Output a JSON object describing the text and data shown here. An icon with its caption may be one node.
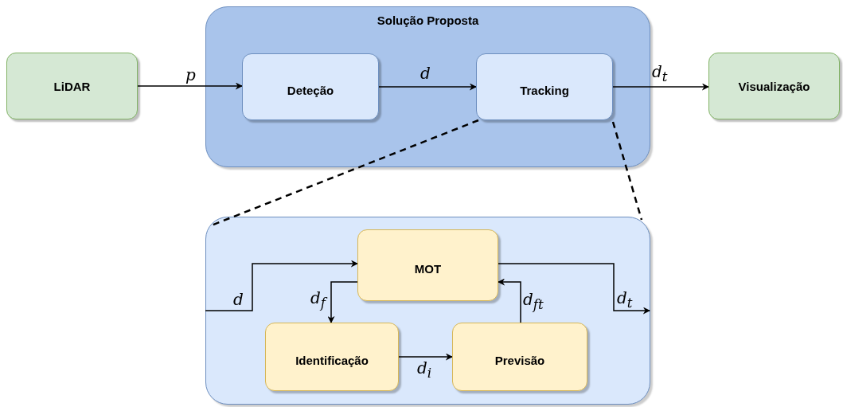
{
  "diagram": {
    "nodes": [
      {
        "text": [
          "LiDAR"
        ]
      },
      {
        "text": [
          "Solução Proposta"
        ]
      },
      {
        "text": [
          "Deteção"
        ],
        "in": 1
      },
      {
        "text": [
          "Tracking"
        ],
        "in": 1
      },
      {
        "text": [
          "Visualização"
        ]
      },
      {
        "text": [],
        "shape": "box"
      },
      {
        "text": [
          "MOT"
        ],
        "in": 5
      },
      {
        "text": [
          "Identificação"
        ],
        "in": 5
      },
      {
        "text": [
          "Previsão"
        ],
        "in": 5
      }
    ],
    "edges": [
      {
        "from": 0,
        "to": 2,
        "arrow": "to",
        "label": "p"
      },
      {
        "from": 2,
        "to": 3,
        "arrow": "to",
        "label": "d"
      },
      {
        "from": 3,
        "to": 4,
        "arrow": "to",
        "label": "d$_{t}$"
      },
      {
        "from": 3,
        "to": 5,
        "arrow": "none",
        "style": "dashed"
      },
      {
        "from": 3,
        "to": 5,
        "arrow": "none",
        "style": "dashed"
      },
      {
        "from": null,
        "to": 6,
        "arrow": "to",
        "label": "d"
      },
      {
        "from": 6,
        "to": null,
        "arrow": "to",
        "label": "d$_{t}$"
      },
      {
        "from": 6,
        "to": 7,
        "arrow": "to",
        "label": "d$_{f}$"
      },
      {
        "from": 7,
        "to": 8,
        "arrow": "to",
        "label": "d$_{i}$"
      },
      {
        "from": 8,
        "to": 6,
        "arrow": "to",
        "label": "d$_{ft}$"
      }
    ]
  }
}
